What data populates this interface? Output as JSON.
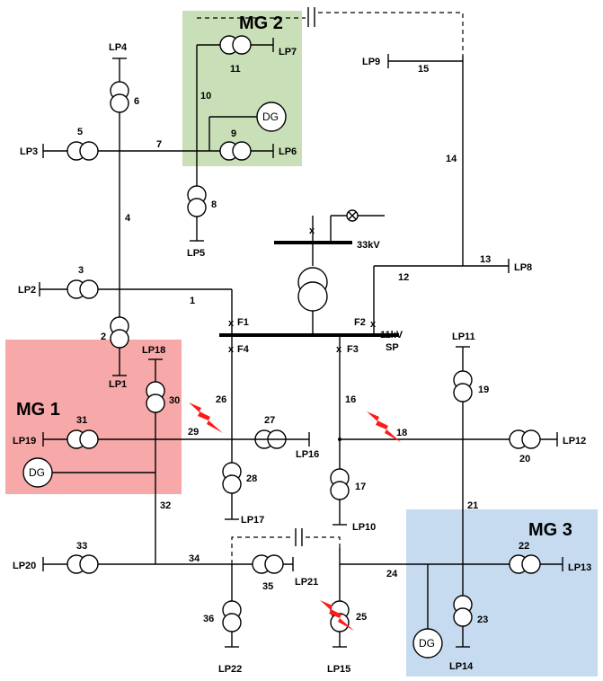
{
  "microgrids": {
    "mg1": "MG 1",
    "mg2": "MG 2",
    "mg3": "MG 3"
  },
  "generator_label": "DG",
  "substation": {
    "hv_label": "33kV",
    "lv_label": "11kV",
    "lv_sub": "SP"
  },
  "feeders": {
    "f1": "F1",
    "f2": "F2",
    "f3": "F3",
    "f4": "F4"
  },
  "loads": {
    "lp1": "LP1",
    "lp2": "LP2",
    "lp3": "LP3",
    "lp4": "LP4",
    "lp5": "LP5",
    "lp6": "LP6",
    "lp7": "LP7",
    "lp8": "LP8",
    "lp9": "LP9",
    "lp10": "LP10",
    "lp11": "LP11",
    "lp12": "LP12",
    "lp13": "LP13",
    "lp14": "LP14",
    "lp15": "LP15",
    "lp16": "LP16",
    "lp17": "LP17",
    "lp18": "LP18",
    "lp19": "LP19",
    "lp20": "LP20",
    "lp21": "LP21",
    "lp22": "LP22"
  },
  "nodes": {
    "n1": "1",
    "n2": "2",
    "n3": "3",
    "n4": "4",
    "n5": "5",
    "n6": "6",
    "n7": "7",
    "n8": "8",
    "n9": "9",
    "n10": "10",
    "n11": "11",
    "n12": "12",
    "n13": "13",
    "n14": "14",
    "n15": "15",
    "n16": "16",
    "n17": "17",
    "n18": "18",
    "n19": "19",
    "n20": "20",
    "n21": "21",
    "n22": "22",
    "n23": "23",
    "n24": "24",
    "n25": "25",
    "n26": "26",
    "n27": "27",
    "n28": "28",
    "n29": "29",
    "n30": "30",
    "n31": "31",
    "n32": "32",
    "n33": "33",
    "n34": "34",
    "n35": "35",
    "n36": "36"
  },
  "colors": {
    "mg1": "#f7a8a8",
    "mg2": "#c9dfb8",
    "mg3": "#c6dbef",
    "fault": "#ff1a1a"
  }
}
